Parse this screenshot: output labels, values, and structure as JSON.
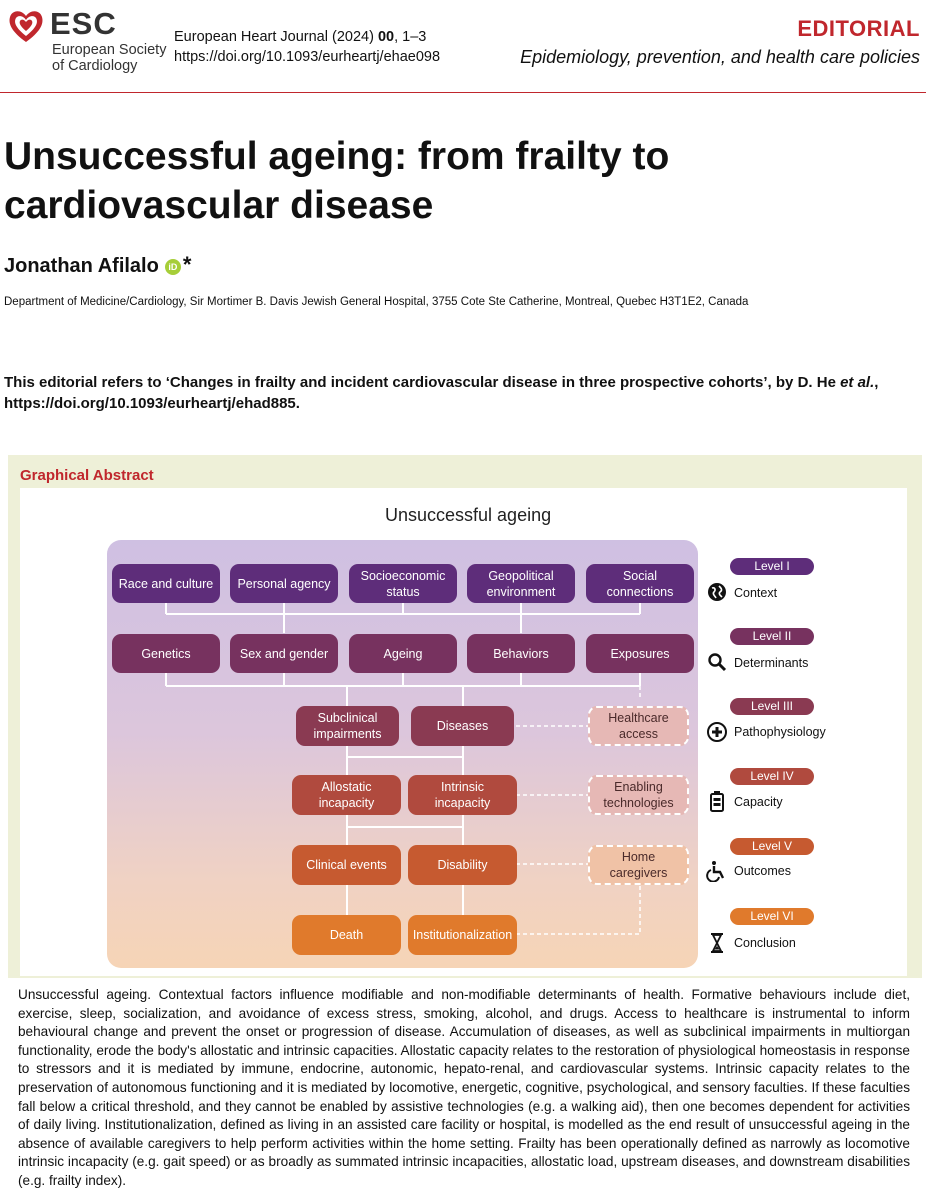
{
  "header": {
    "brand": "ESC",
    "brand_sub_line1": "European Society",
    "brand_sub_line2": "of Cardiology",
    "journal_name": "European Heart Journal (2024) ",
    "journal_vol": "00",
    "journal_pages": ", 1–3",
    "doi": "https://doi.org/10.1093/eurheartj/ehae098",
    "type_label": "EDITORIAL",
    "section": "Epidemiology, prevention, and health care policies",
    "brand_color": "#c0272d"
  },
  "article": {
    "title_line1": "Unsuccessful ageing: from frailty to",
    "title_line2": "cardiovascular disease",
    "author": "Jonathan Afilalo",
    "orcid_badge": "iD",
    "author_mark": "*",
    "affiliation": "Department of Medicine/Cardiology, Sir Mortimer B. Davis Jewish General Hospital, 3755 Cote Ste Catherine, Montreal, Quebec H3T1E2, Canada",
    "refers_part1": "This editorial refers to ‘Changes in frailty and incident cardiovascular disease in three prospective cohorts’, by D. He ",
    "refers_etal": "et al.",
    "refers_part2": ",",
    "refers_doi": "https://doi.org/10.1093/eurheartj/ehad885."
  },
  "graphical_abstract": {
    "label": "Graphical Abstract",
    "title": "Unsuccessful ageing",
    "nodes": {
      "race": "Race and culture",
      "agency": "Personal agency",
      "socio": "Socioeconomic status",
      "geo": "Geopolitical environment",
      "social": "Social connections",
      "genetics": "Genetics",
      "sex": "Sex and gender",
      "ageing": "Ageing",
      "behaviors": "Behaviors",
      "exposures": "Exposures",
      "subclinical": "Subclinical impairments",
      "diseases": "Diseases",
      "healthcare": "Healthcare access",
      "allostatic": "Allostatic incapacity",
      "intrinsic": "Intrinsic incapacity",
      "enabling": "Enabling technologies",
      "clinical": "Clinical events",
      "disability": "Disability",
      "home": "Home caregivers",
      "death": "Death",
      "institution": "Institutionalization"
    },
    "levels": [
      {
        "badge": "Level I",
        "name": "Context",
        "icon": "globe-icon",
        "color": "#5e2d7a"
      },
      {
        "badge": "Level II",
        "name": "Determinants",
        "icon": "magnifier-icon",
        "color": "#77325f"
      },
      {
        "badge": "Level III",
        "name": "Pathophysiology",
        "icon": "plus-circle-icon",
        "color": "#8a3a52"
      },
      {
        "badge": "Level IV",
        "name": "Capacity",
        "icon": "battery-icon",
        "color": "#b04a3e"
      },
      {
        "badge": "Level V",
        "name": "Outcomes",
        "icon": "wheelchair-icon",
        "color": "#c25b30"
      },
      {
        "badge": "Level VI",
        "name": "Conclusion",
        "icon": "hourglass-icon",
        "color": "#e07a2c"
      }
    ]
  },
  "caption": "Unsuccessful ageing. Contextual factors influence modifiable and non-modifiable determinants of health. Formative behaviours include diet, exercise, sleep, socialization, and avoidance of excess stress, smoking, alcohol, and drugs. Access to healthcare is instrumental to inform behavioural change and prevent the onset or progression of disease. Accumulation of diseases, as well as subclinical impairments in multiorgan functionality, erode the body's allostatic and intrinsic capacities. Allostatic capacity relates to the restoration of physiological homeostasis in response to stressors and it is mediated by immune, endocrine, autonomic, hepato-renal, and cardiovascular systems. Intrinsic capacity relates to the preservation of autonomous functioning and it is mediated by locomotive, energetic, cognitive, psychological, and sensory faculties. If these faculties fall below a critical threshold, and they cannot be enabled by assistive technologies (e.g. a walking aid), then one becomes dependent for activities of daily living. Institutionalization, defined as living in an assisted care facility or hospital, is modelled as the end result of unsuccessful ageing in the absence of available caregivers to help perform activities within the home setting. Frailty has been operationally defined as narrowly as locomotive intrinsic incapacity (e.g. gait speed) or as broadly as summated intrinsic incapacities, allostatic load, upstream diseases, and downstream disabilities (e.g. frailty index)."
}
